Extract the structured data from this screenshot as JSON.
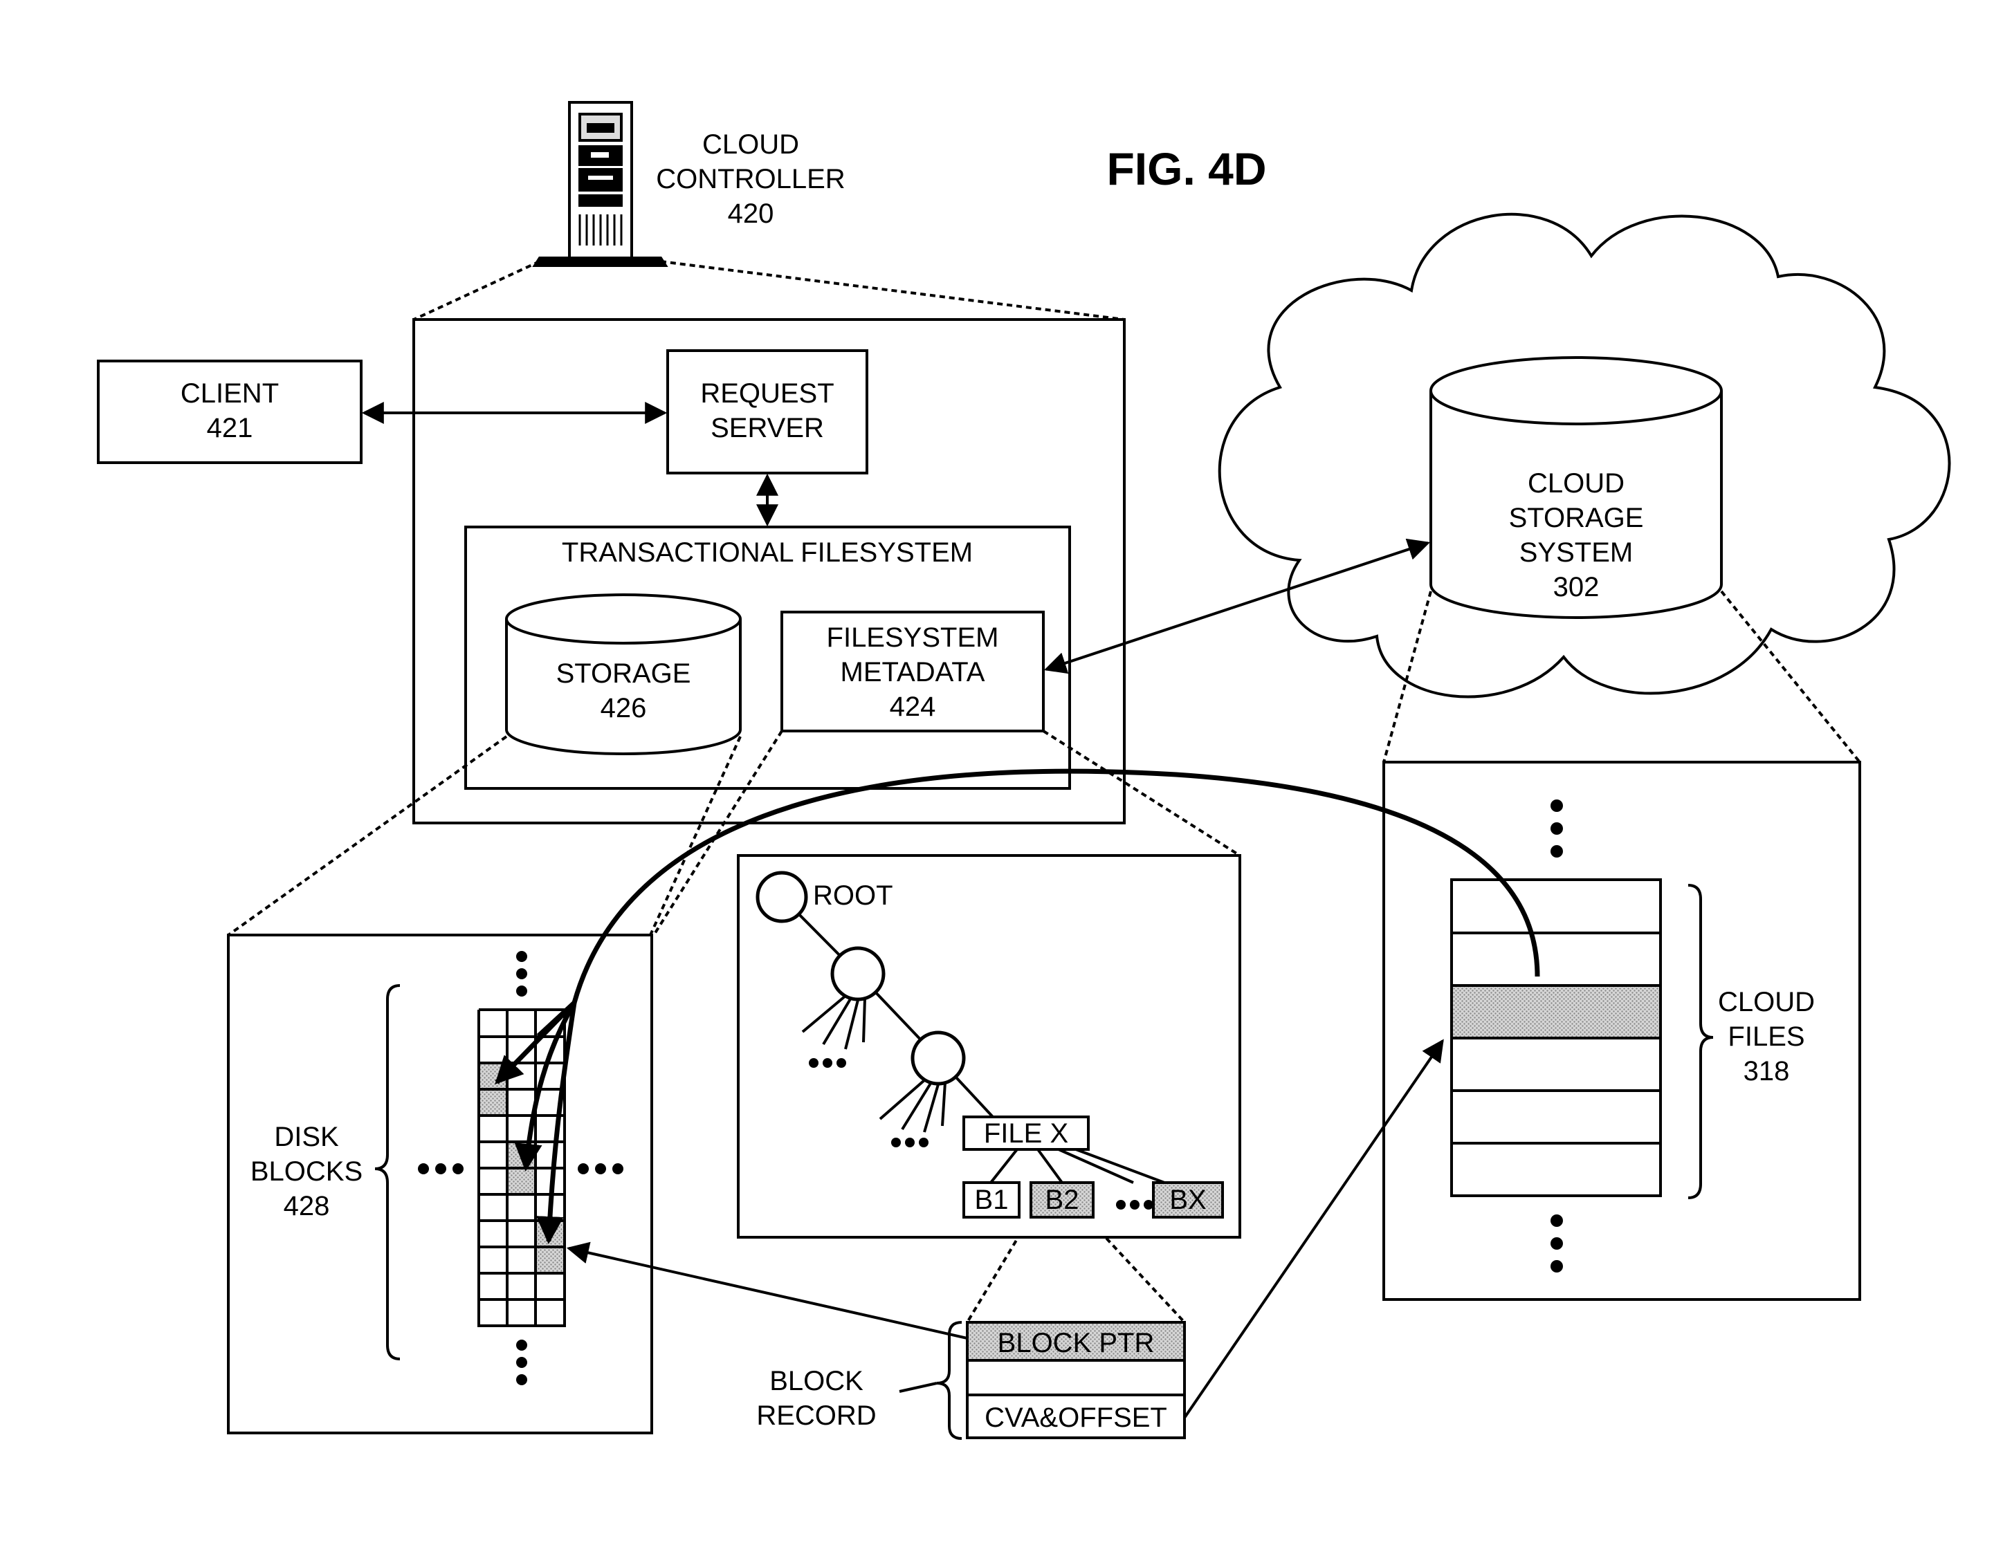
{
  "figure": {
    "label": "FIG. 4D"
  },
  "cloud_controller": {
    "line1": "CLOUD",
    "line2": "CONTROLLER",
    "ref": "420"
  },
  "client": {
    "line1": "CLIENT",
    "ref": "421"
  },
  "request_server": {
    "line1": "REQUEST",
    "line2": "SERVER"
  },
  "transactional_filesystem": {
    "label": "TRANSACTIONAL FILESYSTEM"
  },
  "storage": {
    "line1": "STORAGE",
    "ref": "426"
  },
  "filesystem_metadata": {
    "line1": "FILESYSTEM",
    "line2": "METADATA",
    "ref": "424"
  },
  "cloud_storage_system": {
    "line1": "CLOUD",
    "line2": "STORAGE",
    "line3": "SYSTEM",
    "ref": "302"
  },
  "metadata_tree": {
    "root": "ROOT",
    "file": "FILE X",
    "blocks": [
      "B1",
      "B2",
      "BX"
    ]
  },
  "disk_blocks": {
    "line1": "DISK",
    "line2": "BLOCKS",
    "ref": "428"
  },
  "block_record": {
    "line1": "BLOCK",
    "line2": "RECORD",
    "rows": [
      "BLOCK PTR",
      "",
      "CVA&OFFSET"
    ]
  },
  "cloud_files": {
    "line1": "CLOUD",
    "line2": "FILES",
    "ref": "318"
  },
  "colors": {
    "line": "#000000",
    "highlight": "#c8c8c8",
    "background": "#ffffff"
  }
}
